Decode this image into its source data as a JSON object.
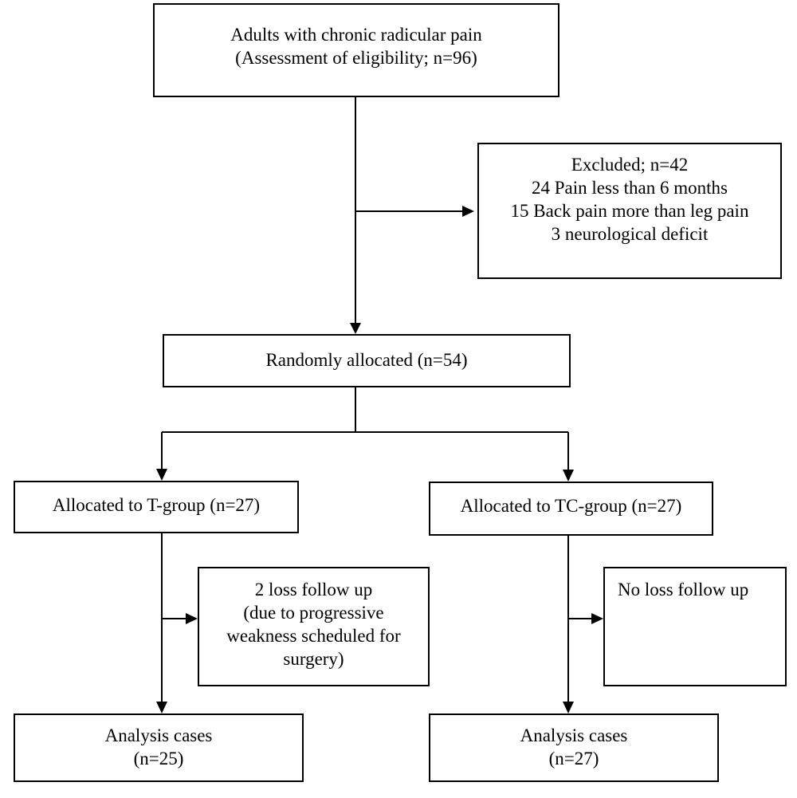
{
  "nodes": {
    "eligibility": {
      "lines": [
        "Adults with chronic radicular pain",
        "(Assessment of eligibility; n=96)"
      ]
    },
    "excluded": {
      "lines": [
        "Excluded; n=42",
        "24 Pain less than 6 months",
        "15 Back pain more than leg pain",
        "3 neurological deficit"
      ]
    },
    "randomized": {
      "lines": [
        "Randomly allocated (n=54)"
      ]
    },
    "t_group": {
      "lines": [
        "Allocated to T-group (n=27)"
      ]
    },
    "tc_group": {
      "lines": [
        "Allocated to TC-group (n=27)"
      ]
    },
    "t_loss": {
      "lines": [
        "2 loss follow up",
        "(due to progressive",
        "weakness scheduled for",
        "surgery)"
      ]
    },
    "tc_loss": {
      "lines": [
        "No loss follow up"
      ]
    },
    "t_analysis": {
      "lines": [
        "Analysis cases",
        "(n=25)"
      ]
    },
    "tc_analysis": {
      "lines": [
        "Analysis cases",
        "(n=27)"
      ]
    }
  }
}
